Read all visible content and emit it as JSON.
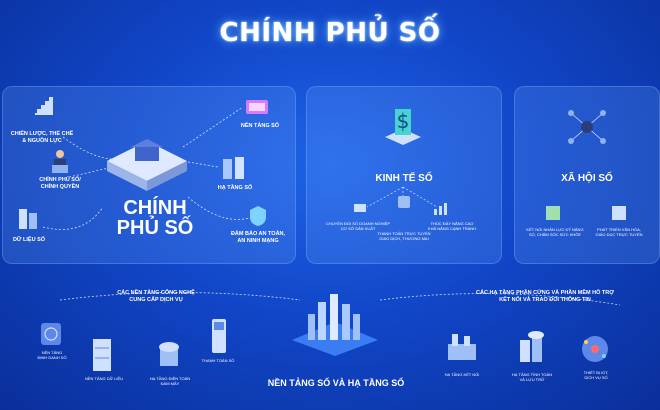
{
  "title": "CHÍNH PHỦ SỐ",
  "left_panel": {
    "center_line1": "CHÍNH",
    "center_line2": "PHỦ SỐ",
    "items": {
      "strategy": "CHIẾN LƯỢC, THỂ CHẾ\n& NGUỒN LỰC",
      "government": "CHÍNH PHỦ SỐ/\nCHÍNH QUYỀN",
      "data": "DỮ LIỆU SỐ",
      "platform": "NỀN TẢNG SỐ",
      "infrastructure": "HẠ TẦNG SỐ",
      "security": "ĐẢM BẢO AN TOÀN,\nAN NINH MẠNG"
    }
  },
  "economy_panel": {
    "title": "KINH TẾ SỐ",
    "sub1": "CHUYỂN ĐỔI SỐ DOANH NGHIỆP\nCƠ SỞ SẢN XUẤT",
    "sub2": "THANH TOÁN TRỰC TUYẾN\nGIAO DỊCH, THƯƠNG MẠI",
    "sub3": "THÚC ĐẨY NĂNG CAO\nKHẢ NĂNG CẠNH TRANH"
  },
  "society_panel": {
    "title": "XÃ HỘI SỐ",
    "sub1": "KẾT NỐI NHÂN LỰC KỸ NĂNG\nSỐ, CHĂM SÓC SỨC KHỎE",
    "sub2": "PHÁT TRIỂN VĂN HÓA,\nGIÁO DỤC TRỰC TUYẾN"
  },
  "bottom": {
    "left_heading": "CÁC NỀN TẢNG CÔNG NGHỆ\nCUNG CẤP DỊCH VỤ",
    "right_heading": "CÁC HẠ TẦNG PHẦN CỨNG VÀ PHẦN MỀM HỖ TRỢ\nKẾT NỐI VÀ TRAO ĐỔI THÔNG TIN",
    "center_title": "NỀN TẢNG SỐ VÀ HẠ TẦNG SỐ",
    "left_items": {
      "ekyc": "NỀN TẢNG\nĐỊNH DANH SỐ",
      "datacenter": "NỀN TẢNG DỮ LIỆU",
      "cloud": "HẠ TẦNG ĐIỆN TOÁN\nĐÁM MÂY",
      "payment": "THANH TOÁN SỐ"
    },
    "right_items": {
      "connect": "HẠ TẦNG KẾT NỐI",
      "compute": "HẠ TẦNG TÍNH TOÁN\nVÀ LƯU TRỮ",
      "iot": "THIẾT BỊ IOT,\nDỊCH VỤ SỐ"
    }
  }
}
